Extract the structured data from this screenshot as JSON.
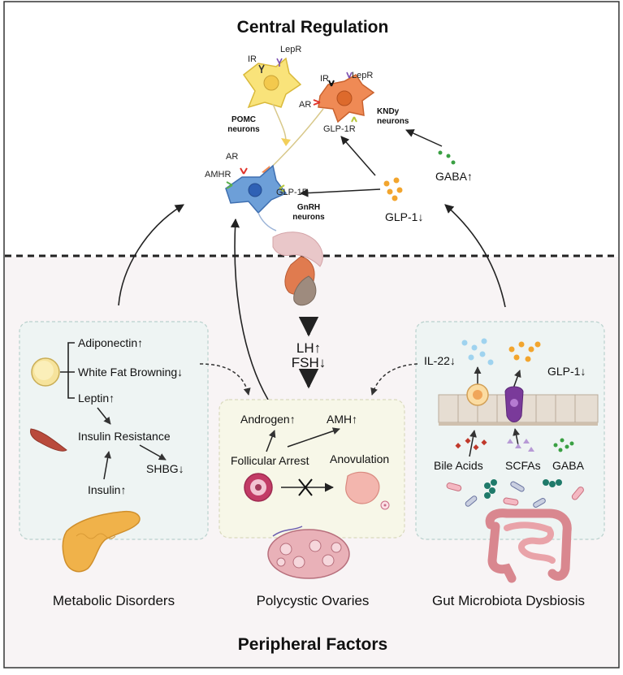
{
  "titles": {
    "central": "Central Regulation",
    "peripheral": "Peripheral Factors"
  },
  "central": {
    "pomc_receptors": {
      "ir": "IR",
      "lepr": "LepR"
    },
    "pomc_label": [
      "POMC",
      "neurons"
    ],
    "kndy_receptors": {
      "ir": "IR",
      "lepr": "LepR",
      "ar": "AR",
      "glp1r": "GLP-1R"
    },
    "kndy_label": [
      "KNDy",
      "neurons"
    ],
    "gnrh_receptors": {
      "ar": "AR",
      "amhr": "AMHR",
      "glp1r": "GLP-1R"
    },
    "gnrh_label": [
      "GnRH",
      "neurons"
    ],
    "glp1": "GLP-1↓",
    "gaba": "GABA↑"
  },
  "pituitary": {
    "lh": "LH↑",
    "fsh": "FSH↓"
  },
  "metabolic": {
    "adiponectin": "Adiponectin↑",
    "white_fat": "White Fat Browning↓",
    "leptin": "Leptin↑",
    "insulin_resistance": "Insulin Resistance",
    "shbg": "SHBG↓",
    "insulin": "Insulin↑",
    "caption": "Metabolic Disorders"
  },
  "ovary": {
    "androgen": "Androgen↑",
    "amh": "AMH↑",
    "follicular_arrest": "Follicular Arrest",
    "anovulation": "Anovulation",
    "caption": "Polycystic Ovaries"
  },
  "gut": {
    "il22": "IL-22↓",
    "glp1": "GLP-1↓",
    "bile_acids": "Bile Acids",
    "scfas": "SCFAs",
    "gaba": "GABA",
    "caption": "Gut Microbiota Dysbiosis"
  },
  "colors": {
    "panel_fill": "#eef4f3",
    "center_fill": "#f7f7e8",
    "pomc": "#f9e37a",
    "kndy": "#ef8a55",
    "gnrh": "#6d9fd8",
    "orange_dot": "#f2a52e",
    "green_dot": "#3aa043"
  }
}
